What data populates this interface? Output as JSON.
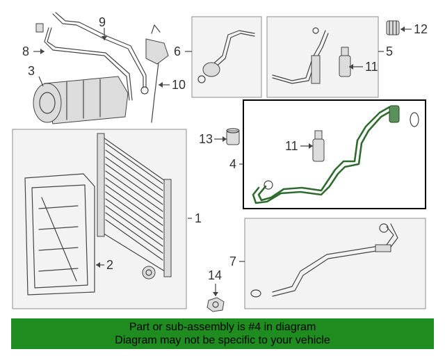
{
  "callouts": {
    "c1": "1",
    "c2": "2",
    "c3": "3",
    "c4": "4",
    "c5": "5",
    "c6": "6",
    "c7": "7",
    "c8": "8",
    "c9": "9",
    "c10": "10",
    "c11a": "11",
    "c11b": "11",
    "c12": "12",
    "c13": "13",
    "c14": "14"
  },
  "banner": {
    "line1": "Part or sub-assembly is #4 in diagram",
    "line2": "Diagram may not be specific to your vehicle",
    "color": "#1e8c1e"
  },
  "highlight_color": "#2f6b2f"
}
